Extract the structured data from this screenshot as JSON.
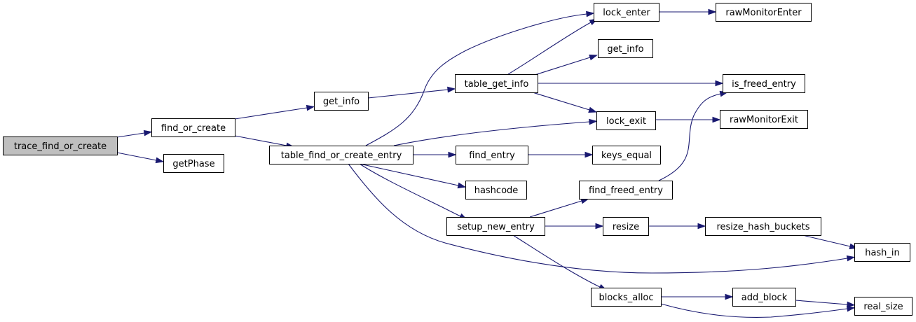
{
  "graph": {
    "nodes": [
      {
        "id": "trace_find_or_create",
        "label": "trace_find_or_create",
        "root": true
      },
      {
        "id": "find_or_create",
        "label": "find_or_create"
      },
      {
        "id": "getPhase",
        "label": "getPhase"
      },
      {
        "id": "get_info_1",
        "label": "get_info"
      },
      {
        "id": "table_find_or_create_entry",
        "label": "table_find_or_create_entry"
      },
      {
        "id": "table_get_info",
        "label": "table_get_info"
      },
      {
        "id": "lock_enter",
        "label": "lock_enter"
      },
      {
        "id": "rawMonitorEnter",
        "label": "rawMonitorEnter"
      },
      {
        "id": "get_info_2",
        "label": "get_info"
      },
      {
        "id": "is_freed_entry",
        "label": "is_freed_entry"
      },
      {
        "id": "lock_exit",
        "label": "lock_exit"
      },
      {
        "id": "rawMonitorExit",
        "label": "rawMonitorExit"
      },
      {
        "id": "find_entry",
        "label": "find_entry"
      },
      {
        "id": "keys_equal",
        "label": "keys_equal"
      },
      {
        "id": "hashcode",
        "label": "hashcode"
      },
      {
        "id": "find_freed_entry",
        "label": "find_freed_entry"
      },
      {
        "id": "setup_new_entry",
        "label": "setup_new_entry"
      },
      {
        "id": "resize",
        "label": "resize"
      },
      {
        "id": "resize_hash_buckets",
        "label": "resize_hash_buckets"
      },
      {
        "id": "hash_in",
        "label": "hash_in"
      },
      {
        "id": "blocks_alloc",
        "label": "blocks_alloc"
      },
      {
        "id": "add_block",
        "label": "add_block"
      },
      {
        "id": "real_size",
        "label": "real_size"
      }
    ],
    "edges": [
      [
        "trace_find_or_create",
        "find_or_create"
      ],
      [
        "trace_find_or_create",
        "getPhase"
      ],
      [
        "find_or_create",
        "get_info_1"
      ],
      [
        "find_or_create",
        "table_find_or_create_entry"
      ],
      [
        "get_info_1",
        "table_get_info"
      ],
      [
        "table_get_info",
        "lock_enter"
      ],
      [
        "table_get_info",
        "get_info_2"
      ],
      [
        "table_get_info",
        "is_freed_entry"
      ],
      [
        "table_get_info",
        "lock_exit"
      ],
      [
        "lock_enter",
        "rawMonitorEnter"
      ],
      [
        "lock_exit",
        "rawMonitorExit"
      ],
      [
        "table_find_or_create_entry",
        "lock_enter"
      ],
      [
        "table_find_or_create_entry",
        "lock_exit"
      ],
      [
        "table_find_or_create_entry",
        "find_entry"
      ],
      [
        "table_find_or_create_entry",
        "hashcode"
      ],
      [
        "table_find_or_create_entry",
        "setup_new_entry"
      ],
      [
        "table_find_or_create_entry",
        "hash_in"
      ],
      [
        "find_entry",
        "keys_equal"
      ],
      [
        "setup_new_entry",
        "find_freed_entry"
      ],
      [
        "setup_new_entry",
        "resize"
      ],
      [
        "setup_new_entry",
        "blocks_alloc"
      ],
      [
        "find_freed_entry",
        "is_freed_entry"
      ],
      [
        "resize",
        "resize_hash_buckets"
      ],
      [
        "resize_hash_buckets",
        "hash_in"
      ],
      [
        "blocks_alloc",
        "add_block"
      ],
      [
        "blocks_alloc",
        "real_size"
      ],
      [
        "add_block",
        "real_size"
      ]
    ]
  }
}
